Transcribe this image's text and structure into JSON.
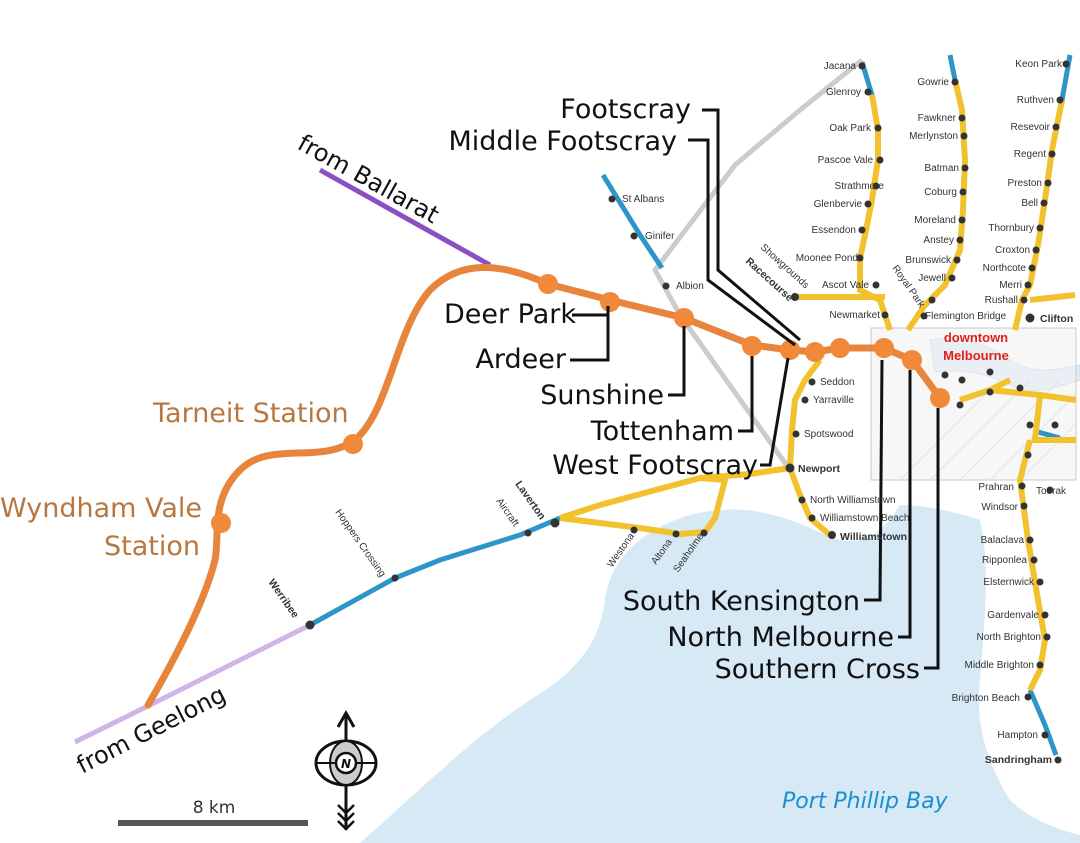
{
  "colors": {
    "orange_line": "#e8853c",
    "orange_station": "#f08a3a",
    "orange_label": "#b9773f",
    "ballarat_line": "#8a4fc0",
    "geelong_line": "#cdb5e6",
    "blue_line": "#2e95c8",
    "yellow_line": "#f2c12e",
    "grey_line": "#cccccc",
    "water": "#d6e9f5",
    "cbd_label": "#e02020",
    "bay_label": "#1a8fd0"
  },
  "directions": {
    "ballarat": "from Ballarat",
    "geelong": "from Geelong"
  },
  "new_stations": {
    "tarneit": "Tarneit Station",
    "wyndham_line1": "Wyndham Vale",
    "wyndham_line2": "Station"
  },
  "callouts": {
    "footscray": "Footscray",
    "middle_footscray": "Middle Footscray",
    "deer_park": "Deer Park",
    "ardeer": "Ardeer",
    "sunshine": "Sunshine",
    "tottenham": "Tottenham",
    "west_footscray": "West Footscray",
    "south_kensington": "South Kensington",
    "north_melbourne": "North Melbourne",
    "southern_cross": "Southern Cross"
  },
  "cbd": {
    "line1": "downtown",
    "line2": "Melbourne"
  },
  "bay": "Port Phillip Bay",
  "scale": "8 km",
  "compass": "N",
  "stations": {
    "jacana": "Jacana",
    "glenroy": "Glenroy",
    "oak_park": "Oak Park",
    "pascoe_vale": "Pascoe Vale",
    "strathmore": "Strathmore",
    "glenbervie": "Glenbervie",
    "essendon": "Essendon",
    "moonee_ponds": "Moonee Ponds",
    "ascot_vale": "Ascot Vale",
    "newmarket": "Newmarket",
    "showgrounds": "Showgrounds",
    "racecourse": "Racecourse",
    "gowrie": "Gowrie",
    "fawkner": "Fawkner",
    "merlynston": "Merlynston",
    "batman": "Batman",
    "coburg": "Coburg",
    "moreland": "Moreland",
    "anstey": "Anstey",
    "brunswick": "Brunswick",
    "jewell": "Jewell",
    "royal_park": "Royal Park",
    "flemington_bridge": "Flemington Bridge",
    "keon_park": "Keon Park",
    "ruthven": "Ruthven",
    "reservoir": "Resevoir",
    "regent": "Regent",
    "preston": "Preston",
    "bell": "Bell",
    "thornbury": "Thornbury",
    "croxton": "Croxton",
    "northcote": "Northcote",
    "merri": "Merri",
    "rushall": "Rushall",
    "clifton": "Clifton",
    "st_albans": "St Albans",
    "ginifer": "Ginifer",
    "albion": "Albion",
    "seddon": "Seddon",
    "yarraville": "Yarraville",
    "spotswood": "Spotswood",
    "newport": "Newport",
    "north_williamstown": "North Williamstown",
    "williamstown_beach": "Williamstown Beach",
    "williamstown": "Williamstown",
    "laverton": "Laverton",
    "aircraft": "Aircraft",
    "hoppers_crossing": "Hoppers Crossing",
    "werribee": "Werribee",
    "westona": "Westona",
    "altona": "Altona",
    "seaholme": "Seaholme",
    "prahran": "Prahran",
    "toorak": "Toorak",
    "windsor": "Windsor",
    "balaclava": "Balaclava",
    "ripponlea": "Ripponlea",
    "elsternwick": "Elsternwick",
    "gardenvale": "Gardenvale",
    "north_brighton": "North Brighton",
    "middle_brighton": "Middle Brighton",
    "brighton_beach": "Brighton Beach",
    "hampton": "Hampton",
    "sandringham": "Sandringham"
  }
}
